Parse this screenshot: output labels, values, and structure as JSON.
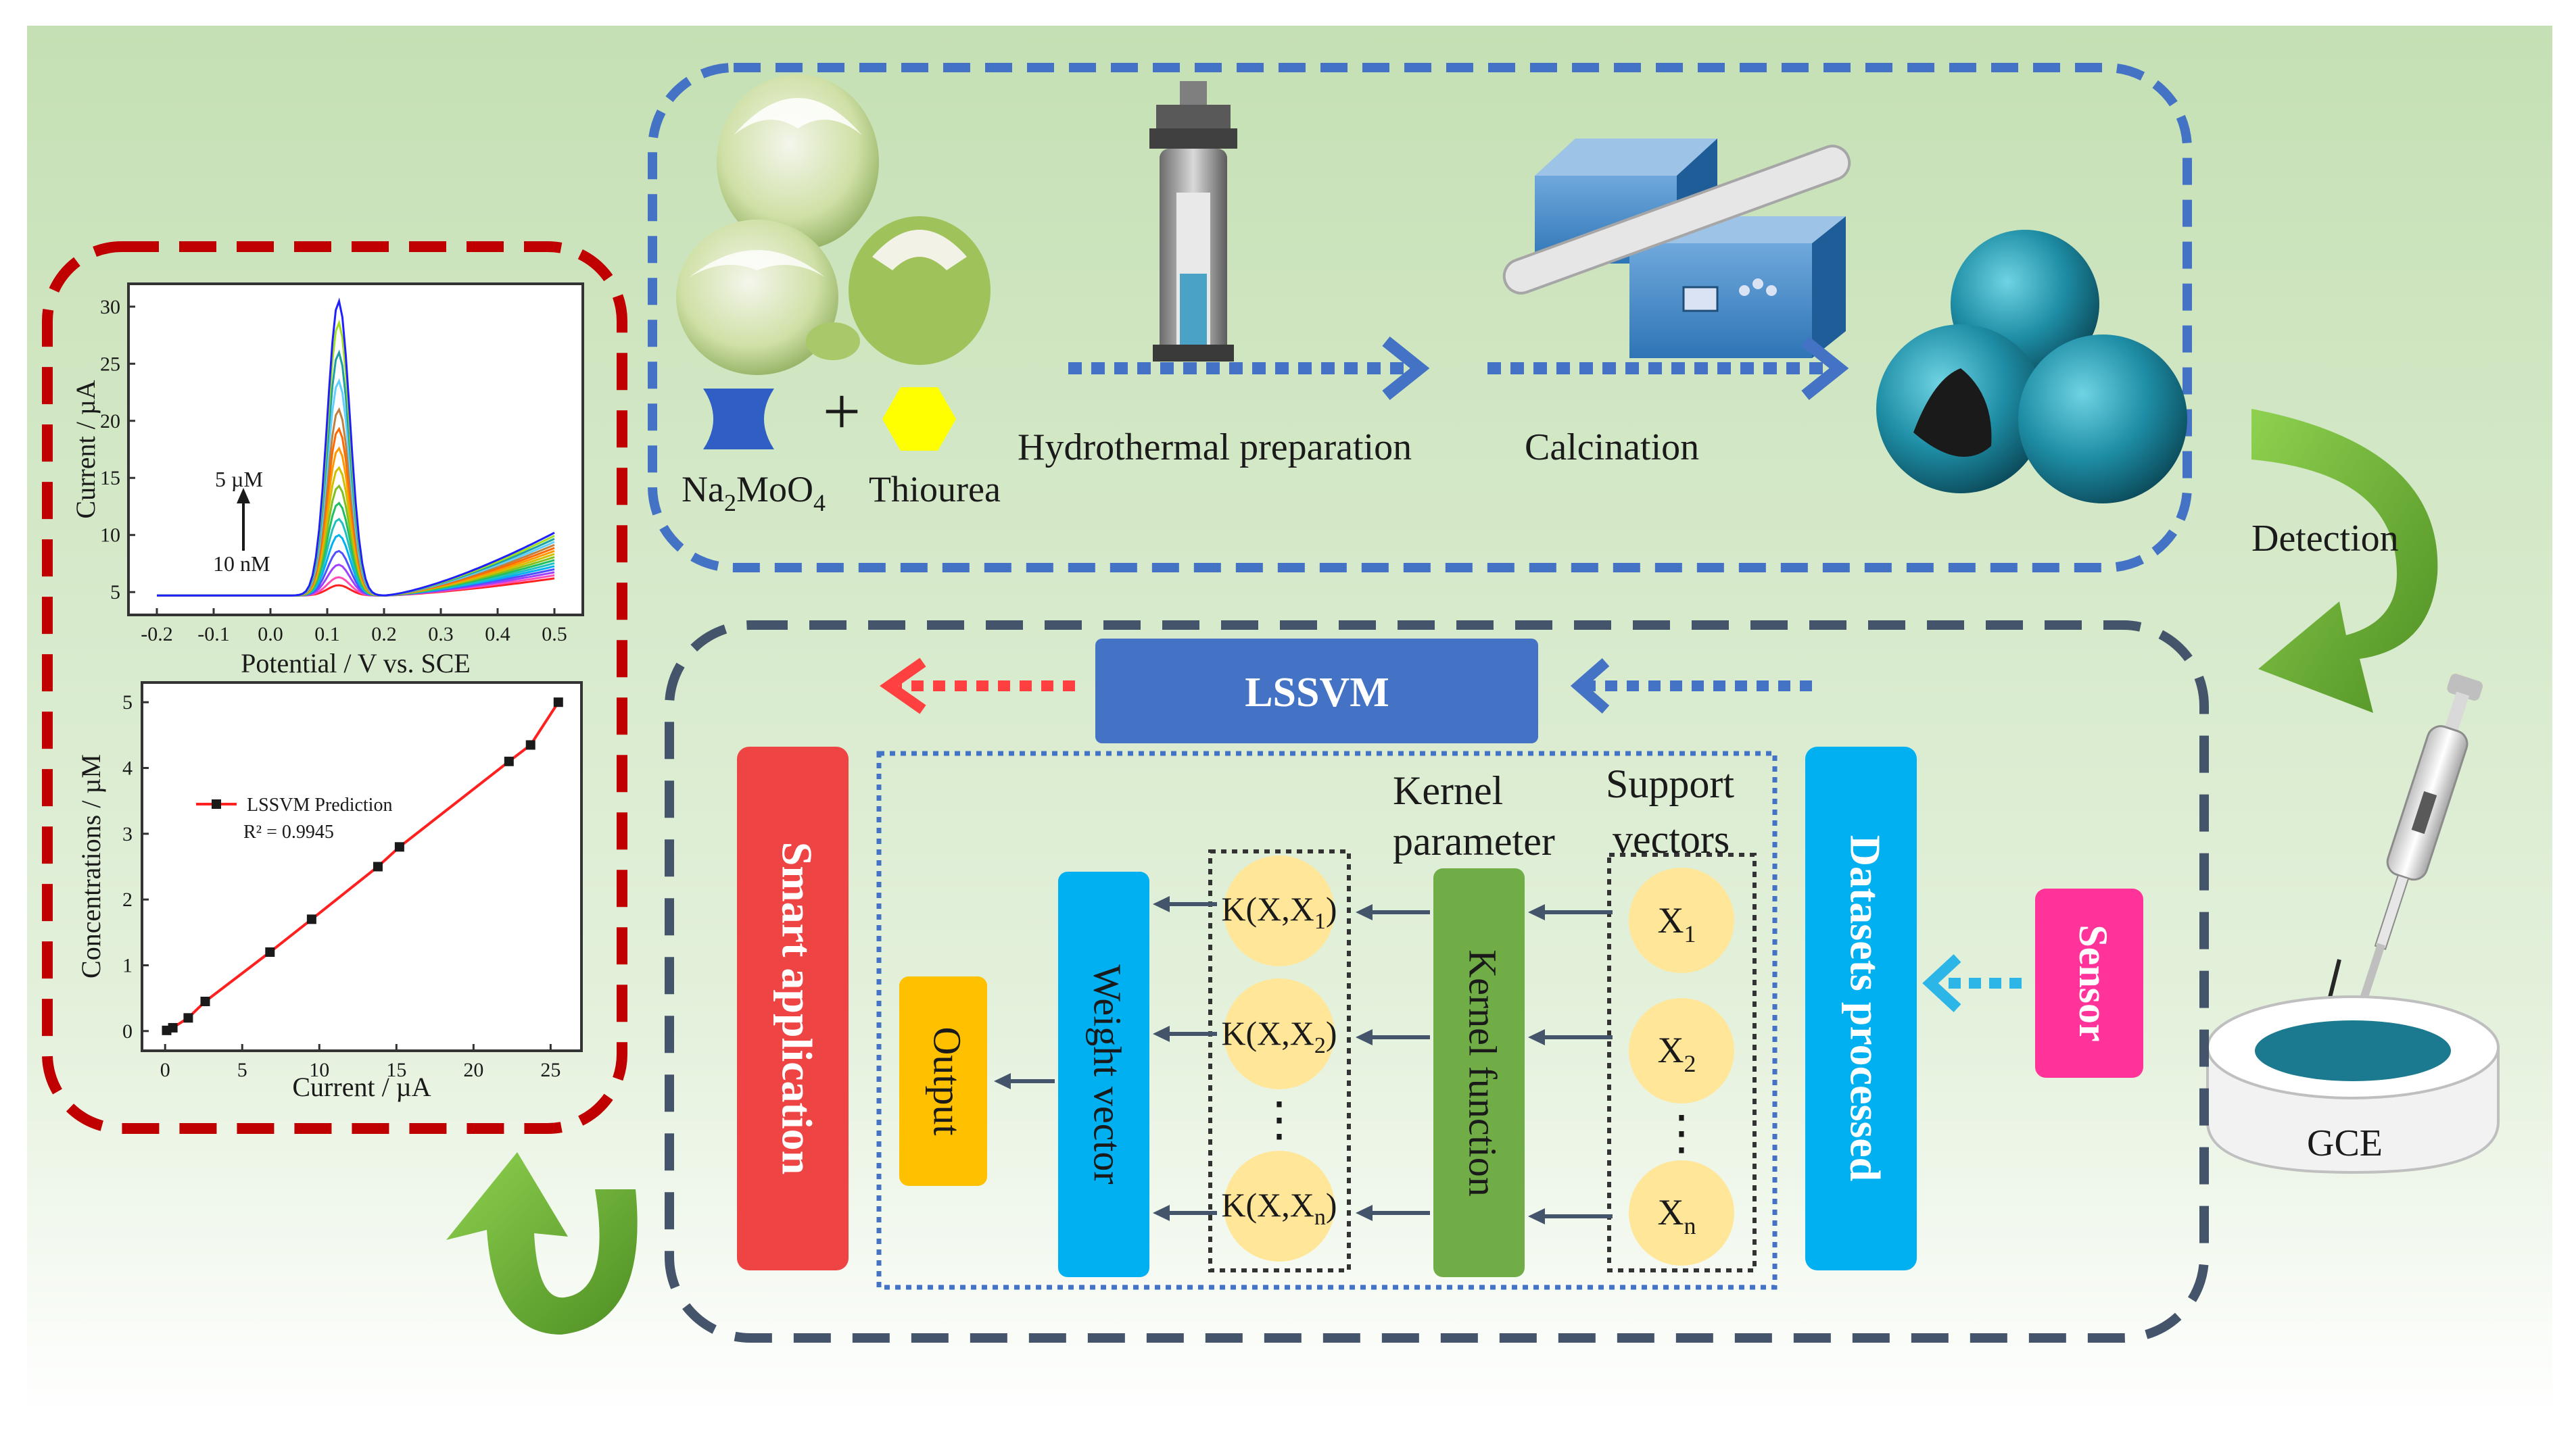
{
  "synthesis": {
    "reagent1": "Na2MoO4",
    "reagent1_formula": {
      "base": "Na",
      "sub1": "2",
      "mid": "MoO",
      "sub2": "4"
    },
    "plus": "+",
    "reagent2": "Thiourea",
    "step1": "Hydrothermal preparation",
    "step2": "Calcination"
  },
  "detection_label": "Detection",
  "electrode_label": "GCE",
  "model": {
    "lssvm": "LSSVM",
    "smart_application": "Smart application",
    "output": "Output",
    "weight_vector": "Weight vector",
    "kernel_nodes": [
      {
        "base": "K(X,X",
        "sub": "1",
        "close": ")"
      },
      {
        "base": "K(X,X",
        "sub": "2",
        "close": ")"
      },
      {
        "base": "K(X,X",
        "sub": "n",
        "close": ")"
      }
    ],
    "dots": "⋮",
    "kernel_function": "Kernel function",
    "kernel_parameter": [
      "Kernel",
      "parameter"
    ],
    "support_vectors_label": [
      "Support",
      "vectors"
    ],
    "support_vectors": [
      {
        "base": "X",
        "sub": "1"
      },
      {
        "base": "X",
        "sub": "2"
      },
      {
        "base": "X",
        "sub": "n"
      }
    ],
    "datasets_processed": "Datasets processed",
    "sensor": "Sensor"
  },
  "colors": {
    "background_top": "#c5e0b4",
    "synthesis_border": "#4472c4",
    "model_border": "#44546a",
    "results_border": "#c00000",
    "lssvm_box": "#4472c4",
    "smart_app_box": "#ef4444",
    "output_box": "#ffc000",
    "weight_vector_box": "#00b0f0",
    "kernel_function_box": "#70ad47",
    "datasets_box": "#00b0f0",
    "sensor_box": "#ff3399",
    "node_circle": "#ffe699",
    "flow_arrow": "#4472c4",
    "red_arrow": "#ff4040",
    "green_arrow": "#70ad47"
  },
  "chart_data": [
    {
      "type": "line",
      "xlabel": "Potential / V vs. SCE",
      "ylabel": "Current / µA",
      "xlim": [
        -0.25,
        0.55
      ],
      "ylim": [
        3,
        32
      ],
      "xticks": [
        "-0.2",
        "-0.1",
        "0.0",
        "0.1",
        "0.2",
        "0.3",
        "0.4",
        "0.5"
      ],
      "yticks": [
        "5",
        "10",
        "15",
        "20",
        "25",
        "30"
      ],
      "annotation_top": "5 µM",
      "annotation_bottom": "10 nM",
      "peak_potential": 0.12,
      "series_peaks": [
        5.6,
        6.3,
        7.4,
        8.6,
        10.0,
        11.4,
        12.8,
        14.3,
        15.9,
        17.6,
        19.3,
        21.0,
        23.5,
        26.0,
        28.6,
        30.5
      ],
      "series_colors": [
        "#ff2020",
        "#ff4db8",
        "#a040ff",
        "#5050ff",
        "#00b0f0",
        "#20c0c0",
        "#20c060",
        "#80c020",
        "#d0c000",
        "#ff9900",
        "#ff6a00",
        "#c08040",
        "#60d0ff",
        "#20a0a0",
        "#a0e020",
        "#2020ff"
      ],
      "baseline_start": 4.7,
      "baseline_end_range": [
        6.2,
        10.2
      ]
    },
    {
      "type": "scatter",
      "xlabel": "Current / µA",
      "ylabel": "Concentrations / µM",
      "xlim": [
        -1.5,
        27
      ],
      "ylim": [
        -0.3,
        5.3
      ],
      "xticks": [
        "0",
        "5",
        "10",
        "15",
        "20",
        "25"
      ],
      "yticks": [
        "0",
        "1",
        "2",
        "3",
        "4",
        "5"
      ],
      "legend": "LSSVM Prediction",
      "r2": "R² = 0.9945",
      "points": [
        {
          "x": 0.1,
          "y": 0.01
        },
        {
          "x": 0.5,
          "y": 0.05
        },
        {
          "x": 1.5,
          "y": 0.2
        },
        {
          "x": 2.6,
          "y": 0.45
        },
        {
          "x": 6.8,
          "y": 1.2
        },
        {
          "x": 9.5,
          "y": 1.7
        },
        {
          "x": 13.8,
          "y": 2.5
        },
        {
          "x": 15.2,
          "y": 2.8
        },
        {
          "x": 22.3,
          "y": 4.1
        },
        {
          "x": 23.7,
          "y": 4.35
        },
        {
          "x": 25.5,
          "y": 5.0
        }
      ]
    }
  ]
}
